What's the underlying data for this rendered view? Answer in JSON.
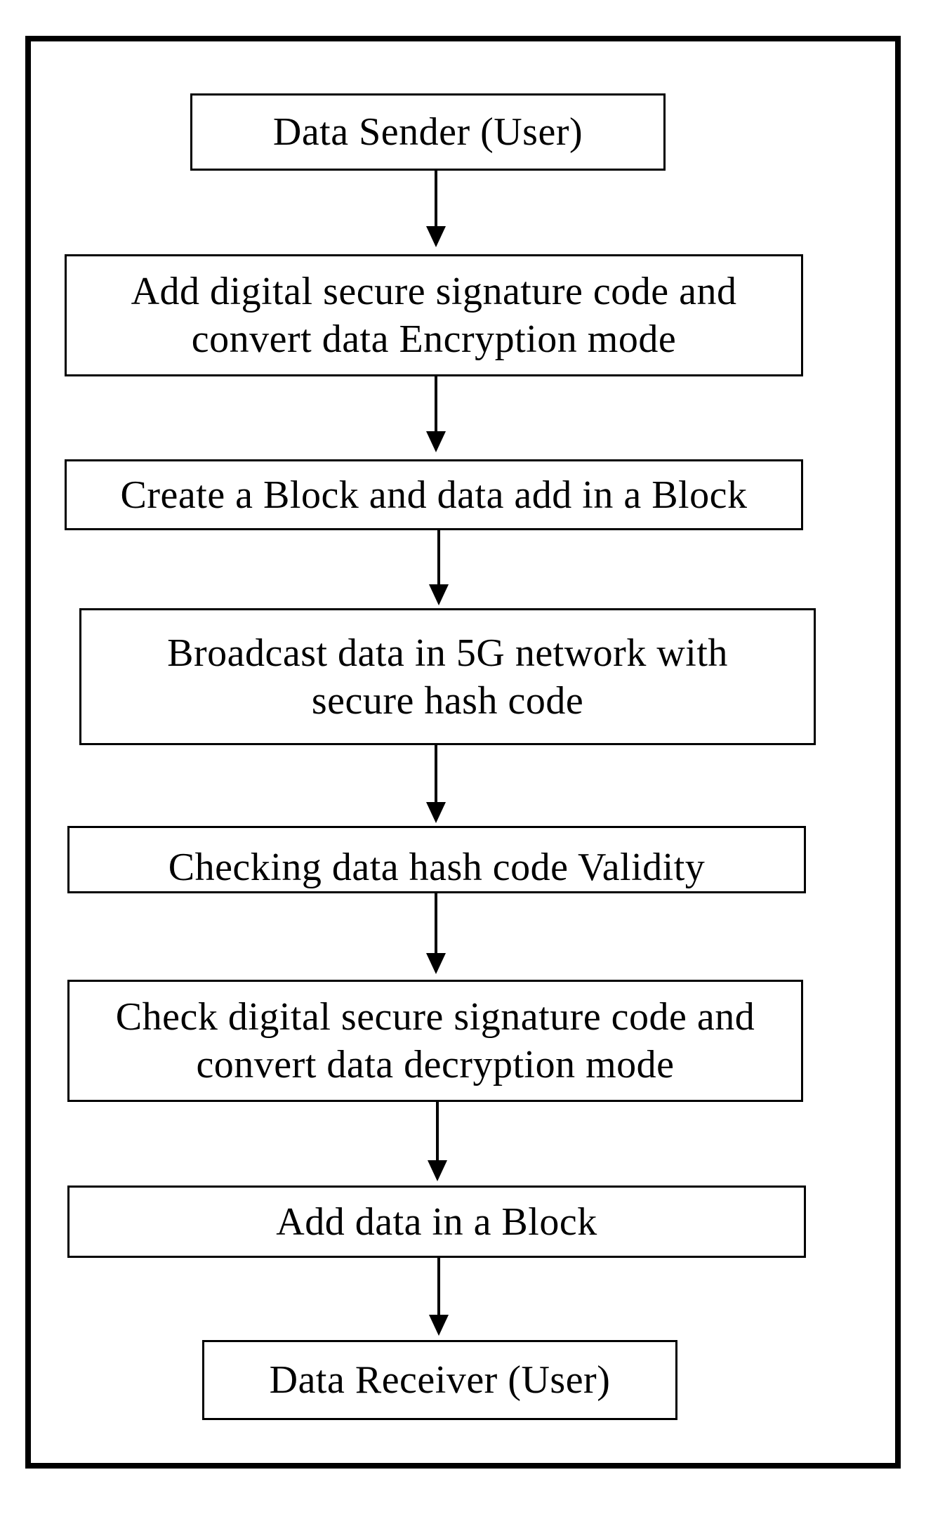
{
  "diagram": {
    "steps": [
      {
        "lines": [
          "Data Sender (User)"
        ]
      },
      {
        "lines": [
          "Add digital secure signature code and",
          "convert data Encryption mode"
        ]
      },
      {
        "lines": [
          "Create a Block and data add in a Block"
        ]
      },
      {
        "lines": [
          "Broadcast data in 5G network with",
          "secure hash code"
        ]
      },
      {
        "lines": [
          "Checking data hash code Validity"
        ]
      },
      {
        "lines": [
          "Check digital secure signature code and",
          "convert data decryption mode"
        ]
      },
      {
        "lines": [
          "Add data in a Block"
        ]
      },
      {
        "lines": [
          "Data Receiver (User)"
        ]
      }
    ]
  }
}
